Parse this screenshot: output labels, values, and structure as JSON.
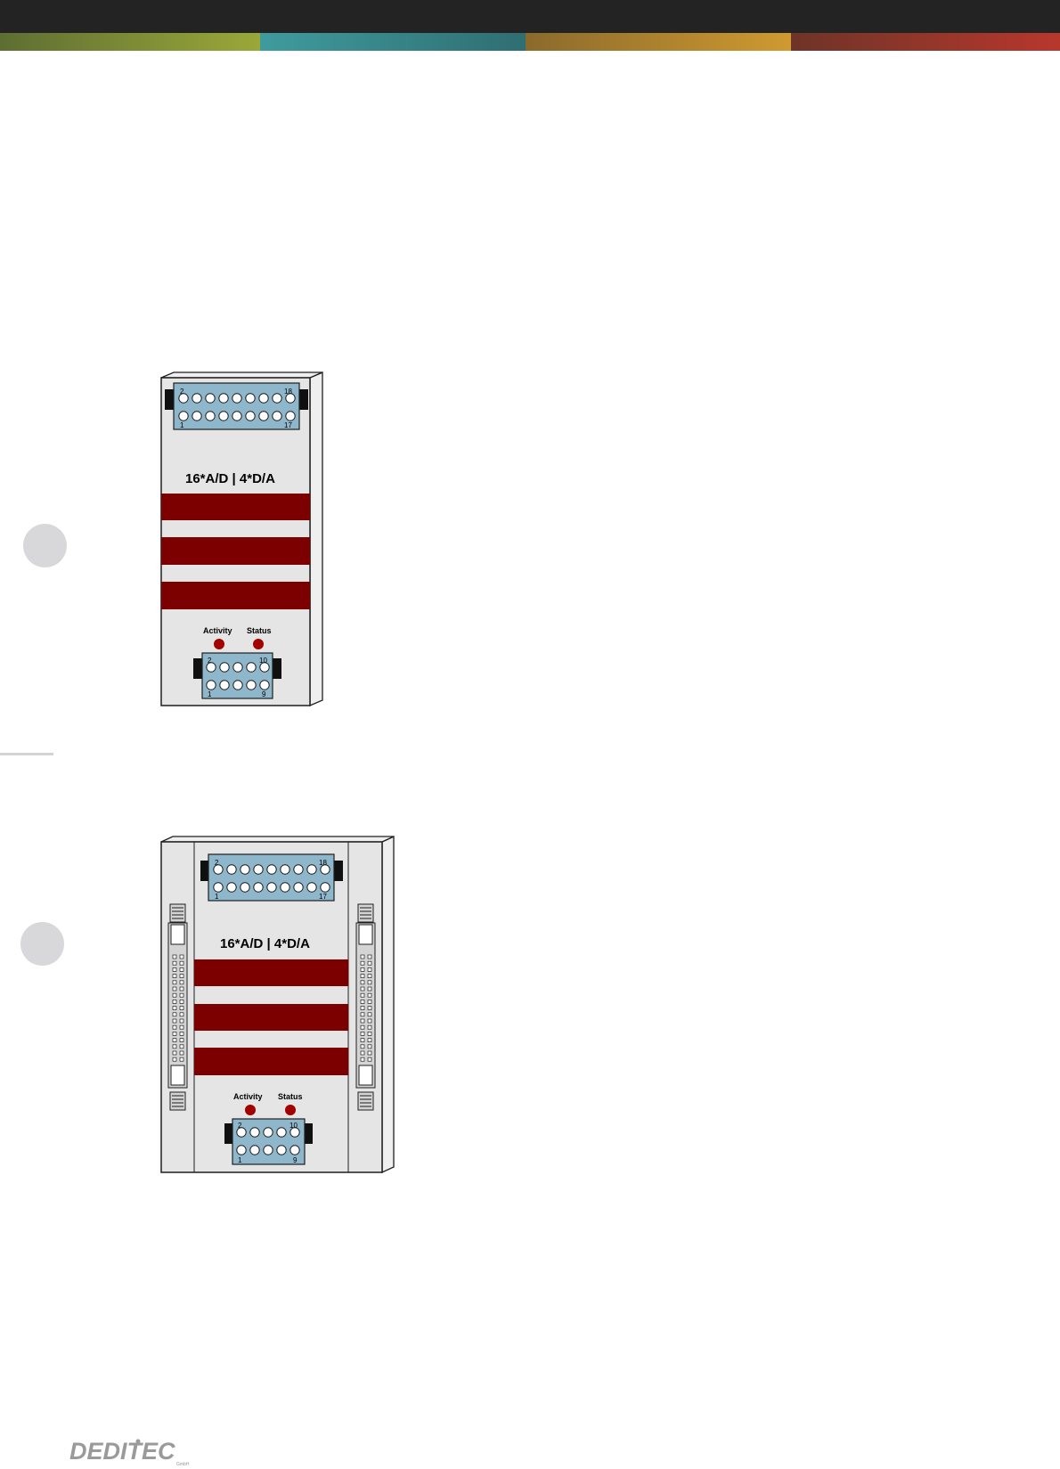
{
  "header": {
    "accent_colors": [
      "#8f9e36",
      "#3a8b8e",
      "#b88a2f",
      "#9c352b"
    ]
  },
  "module_small": {
    "label": "16*A/D | 4*D/A",
    "top_connector": {
      "pin_top_left": "2",
      "pin_top_right": "18",
      "pin_bottom_left": "1",
      "pin_bottom_right": "17"
    },
    "bottom_connector": {
      "pin_top_left": "2",
      "pin_top_right": "10",
      "pin_bottom_left": "1",
      "pin_bottom_right": "9"
    },
    "led_activity": "Activity",
    "led_status": "Status"
  },
  "module_large": {
    "label": "16*A/D | 4*D/A",
    "top_connector": {
      "pin_top_left": "2",
      "pin_top_right": "18",
      "pin_bottom_left": "1",
      "pin_bottom_right": "17"
    },
    "bottom_connector": {
      "pin_top_left": "2",
      "pin_top_right": "10",
      "pin_bottom_left": "1",
      "pin_bottom_right": "9"
    },
    "led_activity": "Activity",
    "led_status": "Status"
  },
  "footer": {
    "logo_text": "DEDITEC",
    "logo_subtext": "GmbH"
  }
}
